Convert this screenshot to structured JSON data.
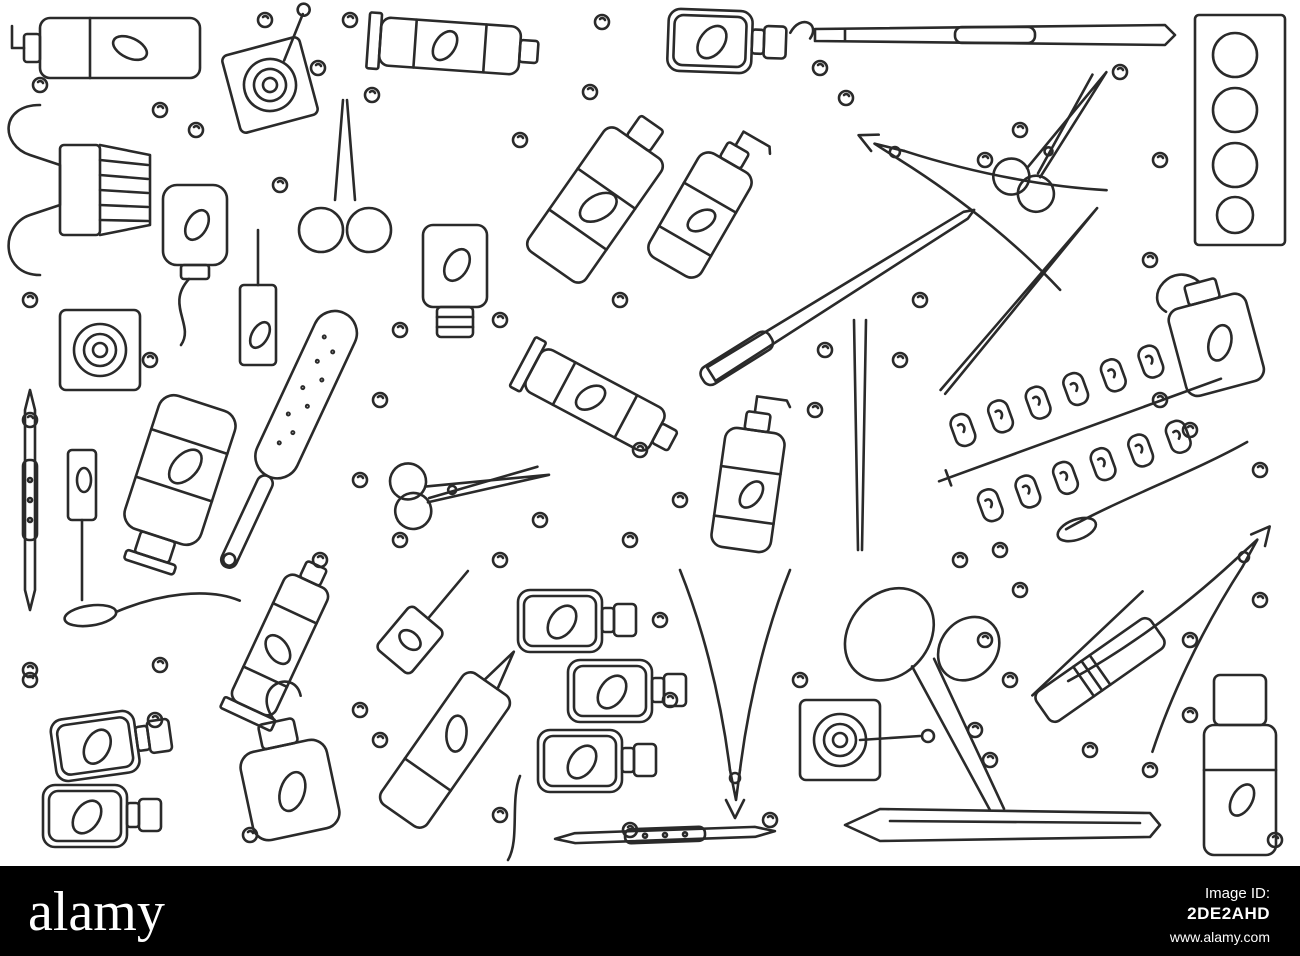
{
  "stock": {
    "logo_text": "alamy",
    "image_id_label": "Image ID:",
    "image_id": "2DE2AHD",
    "site": "www.alamy.com"
  },
  "colors": {
    "ink": "#2a2a2a",
    "background": "#ffffff",
    "footer": "#000000",
    "footer_text": "#ffffff"
  },
  "illustration": {
    "style": "hand-drawn doodle line art",
    "subject": "manicure and pedicure tools"
  }
}
